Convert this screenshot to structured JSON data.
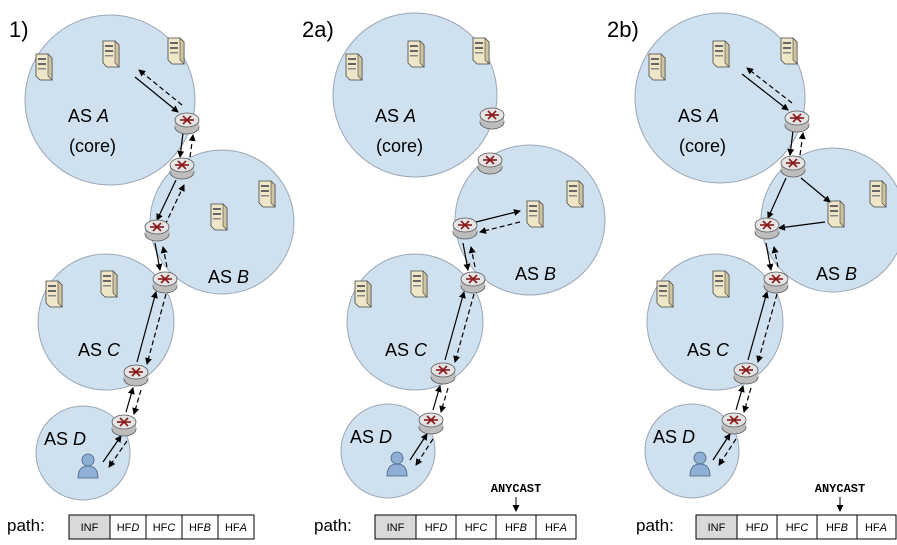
{
  "panels": [
    {
      "title": "1)",
      "as_labels": {
        "A_pre": "AS ",
        "A_it": "A",
        "core": "(core)",
        "B_pre": "AS ",
        "B_it": "B",
        "C_pre": "AS ",
        "C_it": "C",
        "D_pre": "AS ",
        "D_it": "D"
      },
      "anycast": "",
      "path": {
        "label": "path:",
        "cells": [
          {
            "pre": "INF",
            "it": "",
            "shaded": true
          },
          {
            "pre": "HF",
            "it": "D",
            "shaded": false
          },
          {
            "pre": "HF",
            "it": "C",
            "shaded": false
          },
          {
            "pre": "HF",
            "it": "B",
            "shaded": false
          },
          {
            "pre": "HF",
            "it": "A",
            "shaded": false
          }
        ]
      }
    },
    {
      "title": "2a)",
      "as_labels": {
        "A_pre": "AS ",
        "A_it": "A",
        "core": "(core)",
        "B_pre": "AS ",
        "B_it": "B",
        "C_pre": "AS ",
        "C_it": "C",
        "D_pre": "AS ",
        "D_it": "D"
      },
      "anycast": "ANYCAST",
      "path": {
        "label": "path:",
        "cells": [
          {
            "pre": "INF",
            "it": "",
            "shaded": true
          },
          {
            "pre": "HF",
            "it": "D",
            "shaded": false
          },
          {
            "pre": "HF",
            "it": "C",
            "shaded": false
          },
          {
            "pre": "HF",
            "it": "B",
            "shaded": false
          },
          {
            "pre": "HF",
            "it": "A",
            "shaded": false
          }
        ]
      }
    },
    {
      "title": "2b)",
      "as_labels": {
        "A_pre": "AS ",
        "A_it": "A",
        "core": "(core)",
        "B_pre": "AS ",
        "B_it": "B",
        "C_pre": "AS ",
        "C_it": "C",
        "D_pre": "AS ",
        "D_it": "D"
      },
      "anycast": "ANYCAST",
      "path": {
        "label": "path:",
        "cells": [
          {
            "pre": "INF",
            "it": "",
            "shaded": true
          },
          {
            "pre": "HF",
            "it": "D",
            "shaded": false
          },
          {
            "pre": "HF",
            "it": "C",
            "shaded": false
          },
          {
            "pre": "HF",
            "it": "B",
            "shaded": false
          },
          {
            "pre": "HF",
            "it": "A",
            "shaded": false
          }
        ]
      }
    }
  ],
  "colors": {
    "bubble": "#cfe0ef",
    "inf_cell": "#d9d9d9",
    "router": "#d8d8d8",
    "server": "#e8dfc0",
    "user": "#8fb0d6"
  }
}
